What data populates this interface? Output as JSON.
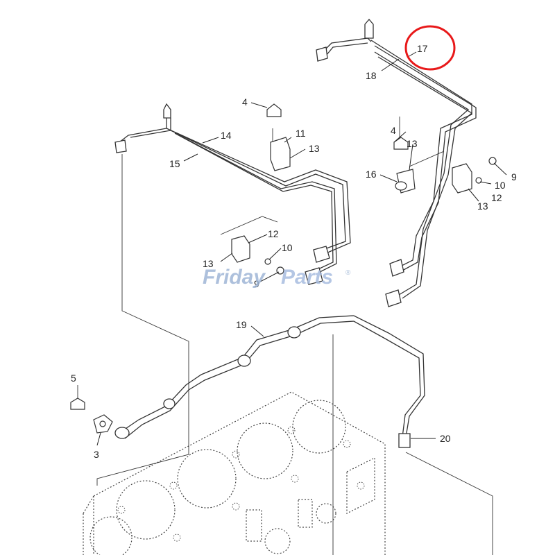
{
  "watermark": {
    "part1": "Friday",
    "part2": "Parts",
    "mark": "®"
  },
  "callouts": {
    "n3": "3",
    "n4a": "4",
    "n4b": "4",
    "n5": "5",
    "n9a": "9",
    "n9b": "9",
    "n10a": "10",
    "n10b": "10",
    "n11": "11",
    "n12a": "12",
    "n12b": "12",
    "n13a": "13",
    "n13b": "13",
    "n13c": "13",
    "n13d": "13",
    "n14": "14",
    "n15": "15",
    "n16": "16",
    "n17": "17",
    "n18": "18",
    "n19": "19",
    "n20": "20"
  },
  "colors": {
    "line": "#333333",
    "highlight": "#e8191a",
    "watermark": "#9fb6d6"
  }
}
